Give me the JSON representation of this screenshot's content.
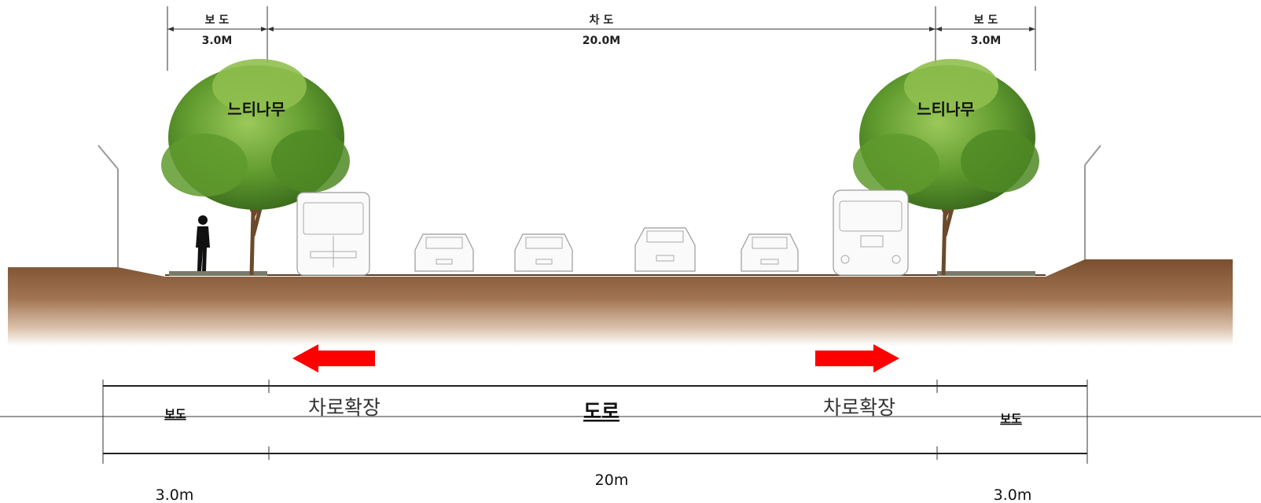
{
  "section": {
    "sidewalk_left_label": "보 도",
    "sidewalk_left_width": "3.0M",
    "roadway_label": "차 도",
    "roadway_width": "20.0M",
    "sidewalk_right_label": "보 도",
    "sidewalk_right_width": "3.0M",
    "tree_left_label": "느티나무",
    "tree_right_label": "느티나무"
  },
  "plan": {
    "sidewalk_left_label": "보도",
    "expansion_left_label": "차로확장",
    "road_label": "도로",
    "expansion_right_label": "차로확장",
    "sidewalk_right_label": "보도",
    "width_left": "3.0m",
    "width_center": "20m",
    "width_right": "3.0m"
  },
  "colors": {
    "ground": "#8b5e3c",
    "arrow": "#ff0000",
    "foliage": "#5f9a2e",
    "trunk": "#6b4a2b"
  },
  "icons": {
    "arrow_left": "arrow-left-icon",
    "arrow_right": "arrow-right-icon"
  }
}
